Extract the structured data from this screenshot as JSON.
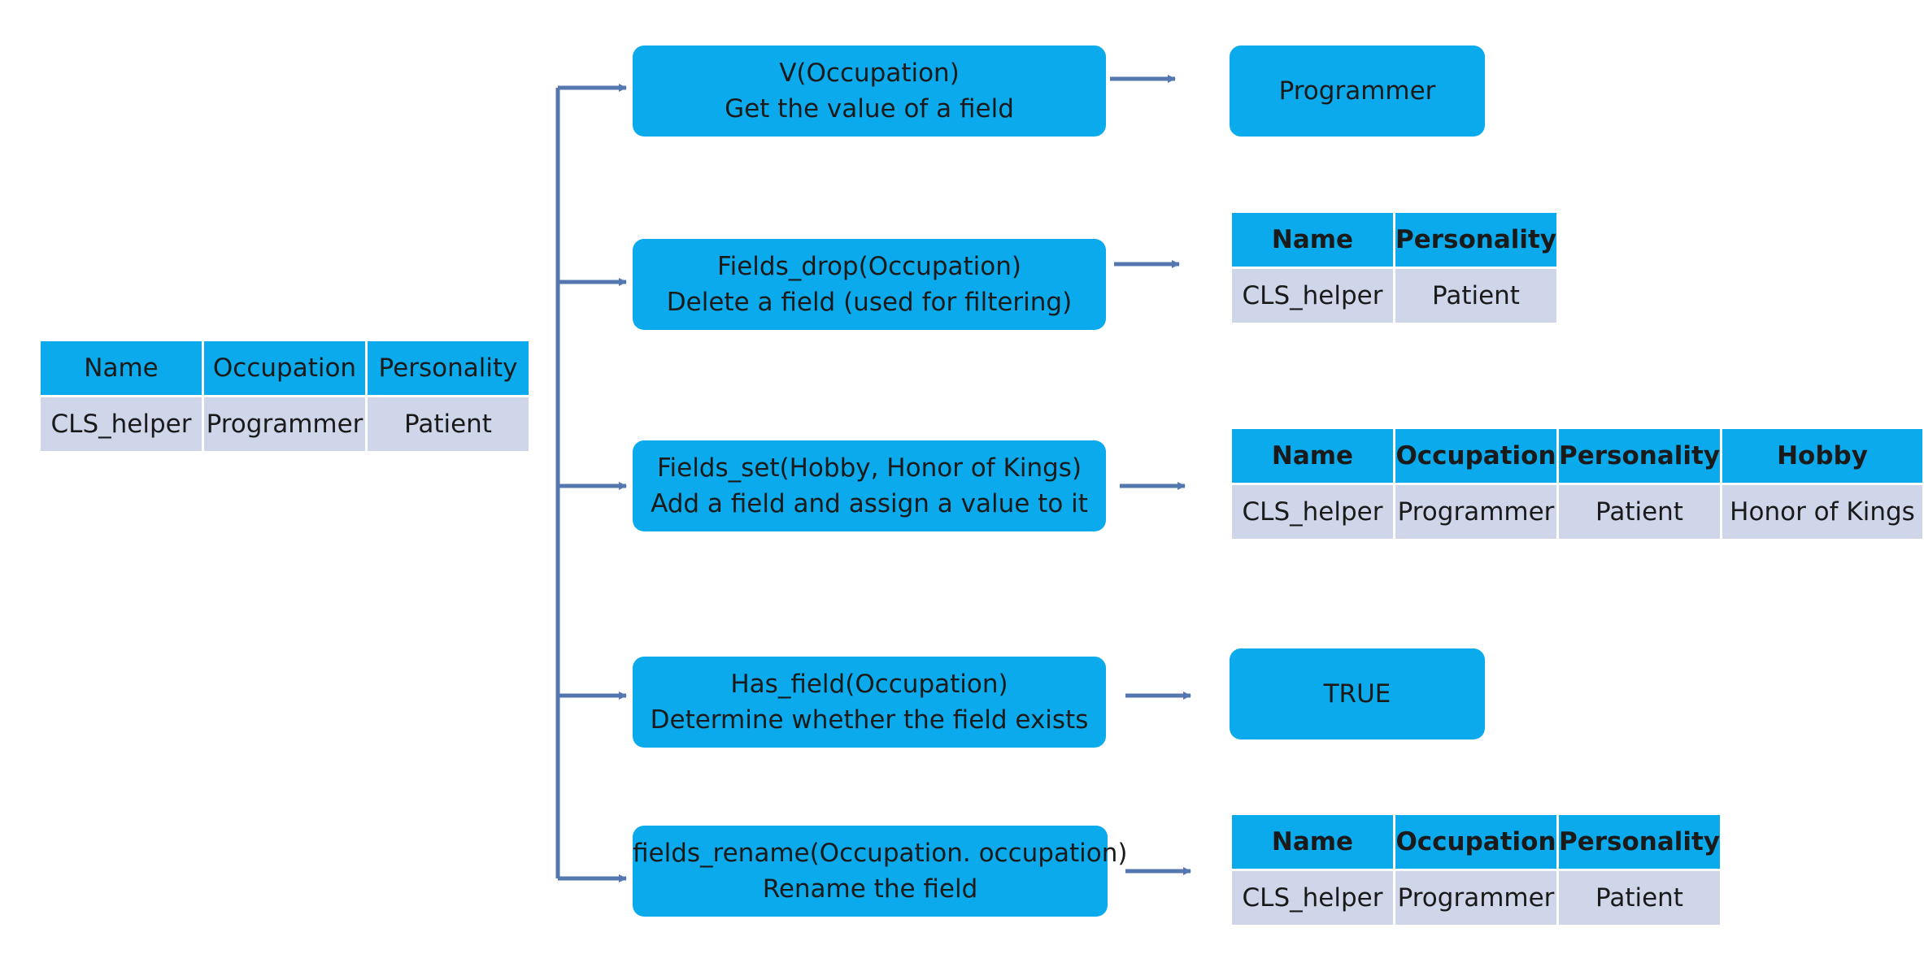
{
  "colors": {
    "box_fill": "#0aaaec",
    "cell_fill": "#cfd6ea",
    "connector": "#5577b0"
  },
  "source_table": {
    "headers": [
      "Name",
      "Occupation",
      "Personality"
    ],
    "row": [
      "CLS_helper",
      "Programmer",
      "Patient"
    ]
  },
  "operations": [
    {
      "call": "V(Occupation)",
      "desc": "Get the value of a field",
      "result": {
        "type": "value",
        "text": "Programmer"
      }
    },
    {
      "call": "Fields_drop(Occupation)",
      "desc": "Delete a field (used for filtering)",
      "result": {
        "type": "table",
        "headers": [
          "Name",
          "Personality"
        ],
        "row": [
          "CLS_helper",
          "Patient"
        ]
      }
    },
    {
      "call": "Fields_set(Hobby, Honor of Kings)",
      "desc": "Add a field and assign a value to it",
      "result": {
        "type": "table",
        "headers": [
          "Name",
          "Occupation",
          "Personality",
          "Hobby"
        ],
        "row": [
          "CLS_helper",
          "Programmer",
          "Patient",
          "Honor of Kings"
        ]
      }
    },
    {
      "call": "Has_field(Occupation)",
      "desc": "Determine whether the field exists",
      "result": {
        "type": "value",
        "text": "TRUE"
      }
    },
    {
      "call": "fields_rename(Occupation. occupation)",
      "desc": "Rename the field",
      "result": {
        "type": "table",
        "headers": [
          "Name",
          "Occupation",
          "Personality"
        ],
        "row": [
          "CLS_helper",
          "Programmer",
          "Patient"
        ]
      }
    }
  ]
}
